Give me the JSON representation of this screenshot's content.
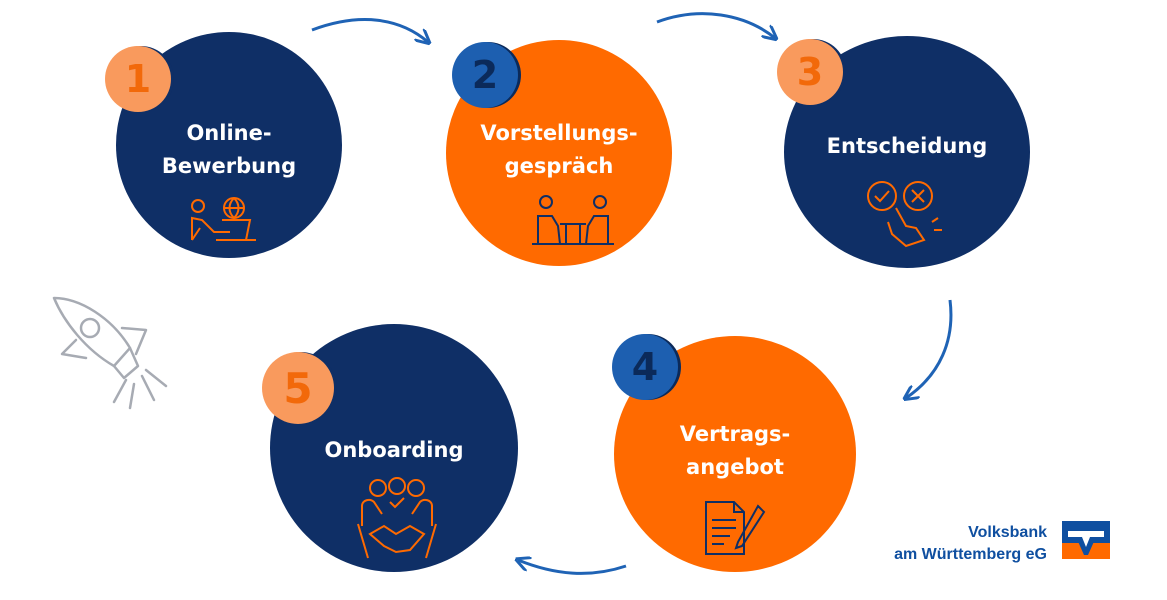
{
  "steps": [
    {
      "number": "1",
      "label": "Online-\nBewerbung",
      "icon": "laptop-globe-icon"
    },
    {
      "number": "2",
      "label": "Vorstellungs-\ngespräch",
      "icon": "meeting-table-icon"
    },
    {
      "number": "3",
      "label": "Entscheidung",
      "icon": "check-cross-hand-icon"
    },
    {
      "number": "4",
      "label": "Vertrags-\nangebot",
      "icon": "contract-pen-icon"
    },
    {
      "number": "5",
      "label": "Onboarding",
      "icon": "team-handshake-icon"
    }
  ],
  "decoration": {
    "icon": "rocket-icon"
  },
  "brand": {
    "line1": "Volksbank",
    "line2": "am Württemberg eG",
    "logo_icon": "volksbank-logo-icon"
  },
  "colors": {
    "navy": "#0f2f66",
    "orange": "#ff6a00",
    "badge_light": "#f99a5d",
    "badge_blue": "#1d5fb0",
    "arrow": "#1f63b5",
    "brand_blue": "#0f4fa0"
  }
}
